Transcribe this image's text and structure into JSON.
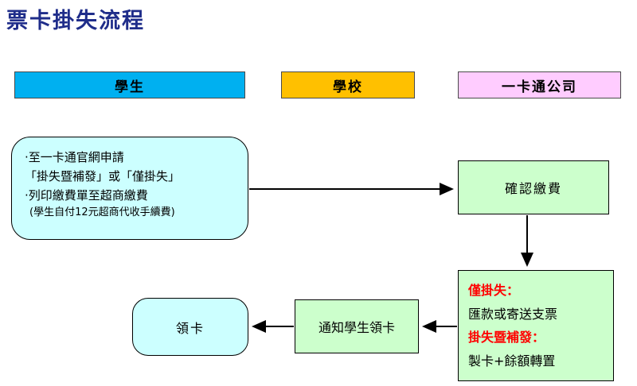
{
  "title": "票卡掛失流程",
  "lanes": {
    "student": {
      "label": "學生",
      "color": "#00B0F0"
    },
    "school": {
      "label": "學校",
      "color": "#FFC000"
    },
    "company": {
      "label": "一卡通公司",
      "color": "#FFCCFF"
    }
  },
  "nodes": {
    "apply": {
      "line1": "‧至一卡通官網申請",
      "line2": "「掛失暨補發」或「僅掛失」",
      "line3": "‧列印繳費單至超商繳費",
      "line4": "(學生自付12元超商代收手續費)"
    },
    "confirm": {
      "label": "確認繳費"
    },
    "process": {
      "line1": "僅掛失：",
      "line2": "匯款或寄送支票",
      "line3": "掛失暨補發：",
      "line4": "製卡+餘額轉置"
    },
    "notify": {
      "label": "通知學生領卡"
    },
    "pickup": {
      "label": "領卡"
    }
  },
  "colors": {
    "title": "#1F2D8A",
    "lane_student": "#00B0F0",
    "lane_school": "#FFC000",
    "lane_company": "#FFCCFF",
    "box_cyan": "#CCFFFF",
    "box_green": "#CCFFCC",
    "emphasis_red": "#FF0000",
    "arrow": "#000000"
  }
}
